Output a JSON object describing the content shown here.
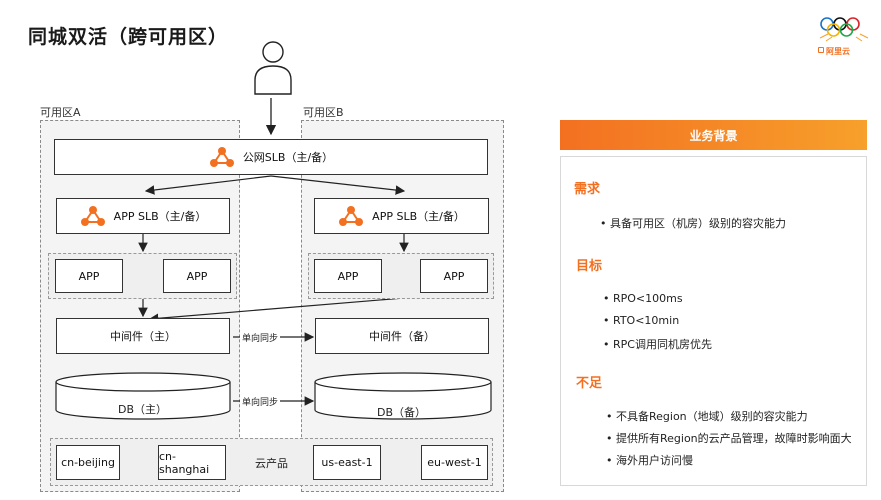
{
  "title": "同城双活（跨可用区）",
  "zones": {
    "a_label": "可用区A",
    "b_label": "可用区B"
  },
  "public_slb": "公网SLB（主/备）",
  "app_slb_a": "APP SLB（主/备）",
  "app_slb_b": "APP SLB（主/备）",
  "apps": [
    "APP",
    "APP",
    "APP",
    "APP"
  ],
  "middleware": {
    "primary": "中间件（主）",
    "backup": "中间件（备）"
  },
  "db": {
    "primary": "DB（主）",
    "backup": "DB（备）"
  },
  "sync_label_1": "单向同步",
  "sync_label_2": "单向同步",
  "cloud": {
    "regions": [
      "cn-beijing",
      "cn-shanghai",
      "us-east-1",
      "eu-west-1"
    ],
    "label": "云产品"
  },
  "panel": {
    "header": "业务背景",
    "sections": [
      {
        "heading": "需求",
        "items": [
          "具备可用区（机房）级别的容灾能力"
        ]
      },
      {
        "heading": "目标",
        "items": [
          "RPO<100ms",
          "RTO<10min",
          "RPC调用同机房优先"
        ]
      },
      {
        "heading": "不足",
        "items": [
          "不具备Region（地域）级别的容灾能力",
          "提供所有Region的云产品管理，故障时影响面大",
          "海外用户访问慢"
        ]
      }
    ]
  },
  "logo": {
    "brand": "阿里云"
  },
  "colors": {
    "accent": "#f37021",
    "accent_light": "#f7a02b"
  }
}
